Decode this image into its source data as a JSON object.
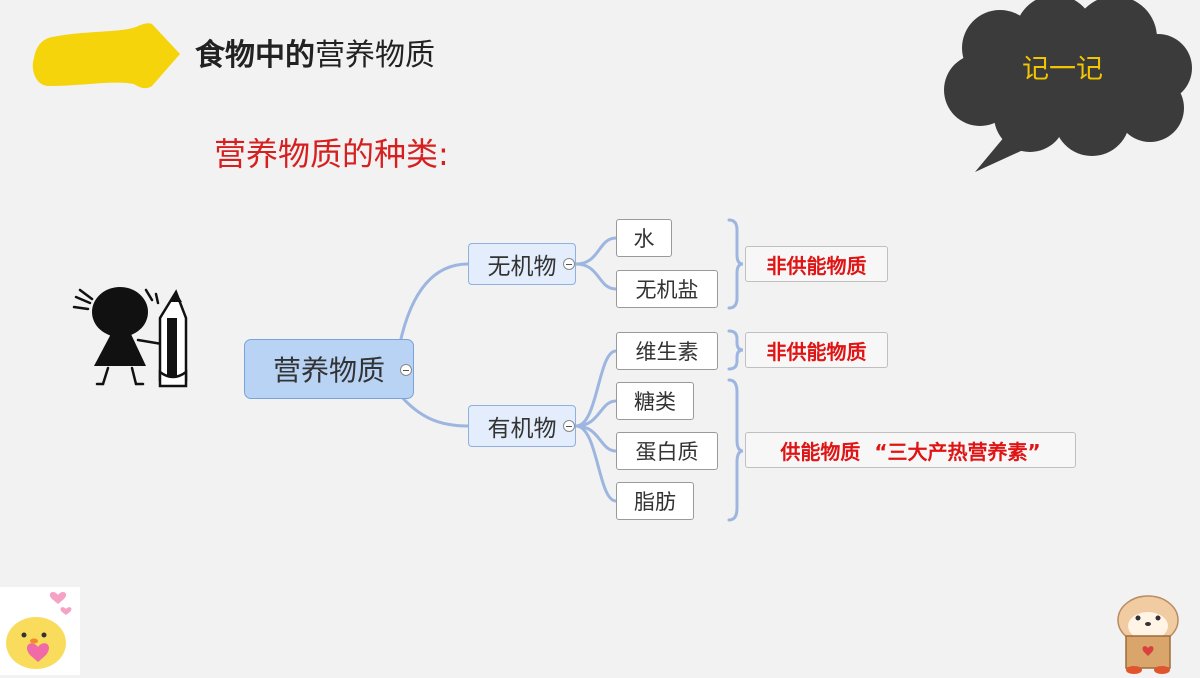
{
  "title": {
    "bold": "食物中的",
    "normal": "营养物质"
  },
  "subtitle": "营养物质的种类:",
  "bubble": {
    "text": "记一记"
  },
  "mindmap": {
    "root": "营养物质",
    "inorganic": {
      "label": "无机物",
      "children": [
        "水",
        "无机盐"
      ],
      "note": "非供能物质"
    },
    "organic": {
      "label": "有机物",
      "vitamin": "维生素",
      "vitamin_note": "非供能物质",
      "energy_children": [
        "糖类",
        "蛋白质",
        "脂肪"
      ],
      "energy_note": "供能物质  “三大产热营养素”"
    }
  },
  "colors": {
    "arrow": "#f6d40c",
    "bubble": "#3b3b3b",
    "bubble_text": "#f2c500",
    "subtitle": "#d62020",
    "connector": "#9db6e0"
  }
}
